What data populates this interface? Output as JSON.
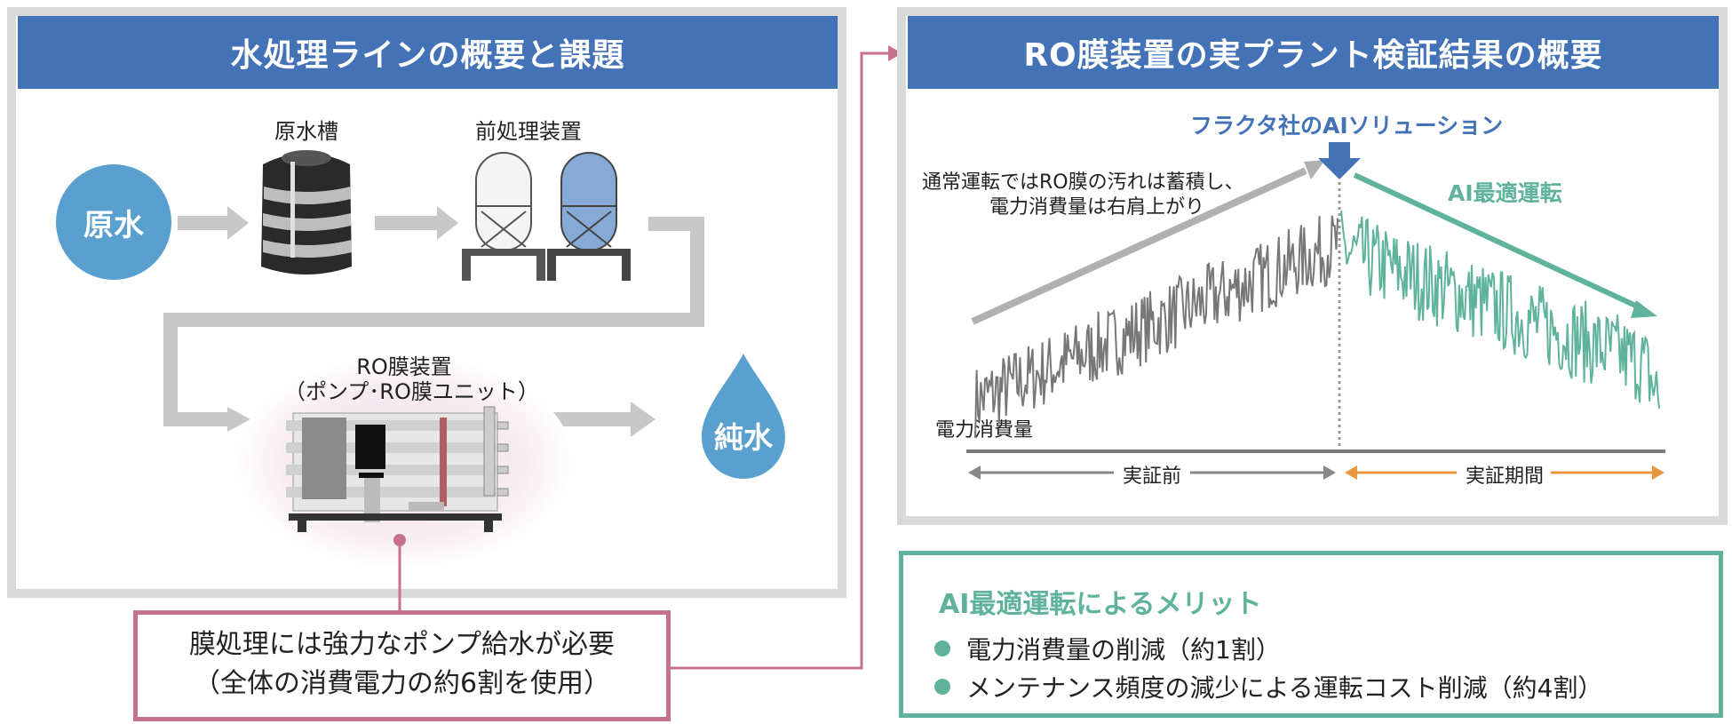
{
  "left_panel": {
    "title": "水処理ラインの概要と課題",
    "raw_water": "原水",
    "raw_tank": "原水槽",
    "pretreatment": "前処理装置",
    "ro_unit_line1": "RO膜装置",
    "ro_unit_line2": "（ポンプ･RO膜ユニット）",
    "pure_water": "純水"
  },
  "callout": {
    "line1": "膜処理には強力なポンプ給水が必要",
    "line2": "（全体の消費電力の約6割を使用）"
  },
  "right_panel": {
    "title": "RO膜装置の実プラント検証結果の概要",
    "ai_solution": "フラクタ社のAIソリューション",
    "note_line1": "通常運転ではRO膜の汚れは蓄積し、",
    "note_line2": "電力消費量は右肩上がり",
    "ai_operation": "AI最適運転",
    "ylabel": "電力消費量",
    "before_label": "実証前",
    "period_label": "実証期間"
  },
  "chart_data": {
    "type": "line",
    "title": "",
    "ylabel": "電力消費量",
    "xlabel": "",
    "series": [
      {
        "name": "実証前",
        "color": "#777777",
        "trend_start": 0.18,
        "trend_end": 0.78,
        "noise": 0.14,
        "count": 260
      },
      {
        "name": "実証期間",
        "color": "#5fb39c",
        "trend_start": 0.76,
        "trend_end": 0.3,
        "noise": 0.16,
        "count": 230
      }
    ]
  },
  "merits": {
    "title": "AI最適運転によるメリット",
    "items": [
      "電力消費量の削減（約1割）",
      "メンテナンス頻度の減少による運転コスト削減（約4割）"
    ]
  },
  "colors": {
    "header_blue": "#4472b7",
    "water_blue": "#5aa0cf",
    "ai_green": "#5fb39c",
    "callout_pink": "#c6728f",
    "period_orange": "#e8963c",
    "arrow_gray": "#c8c8c8"
  }
}
